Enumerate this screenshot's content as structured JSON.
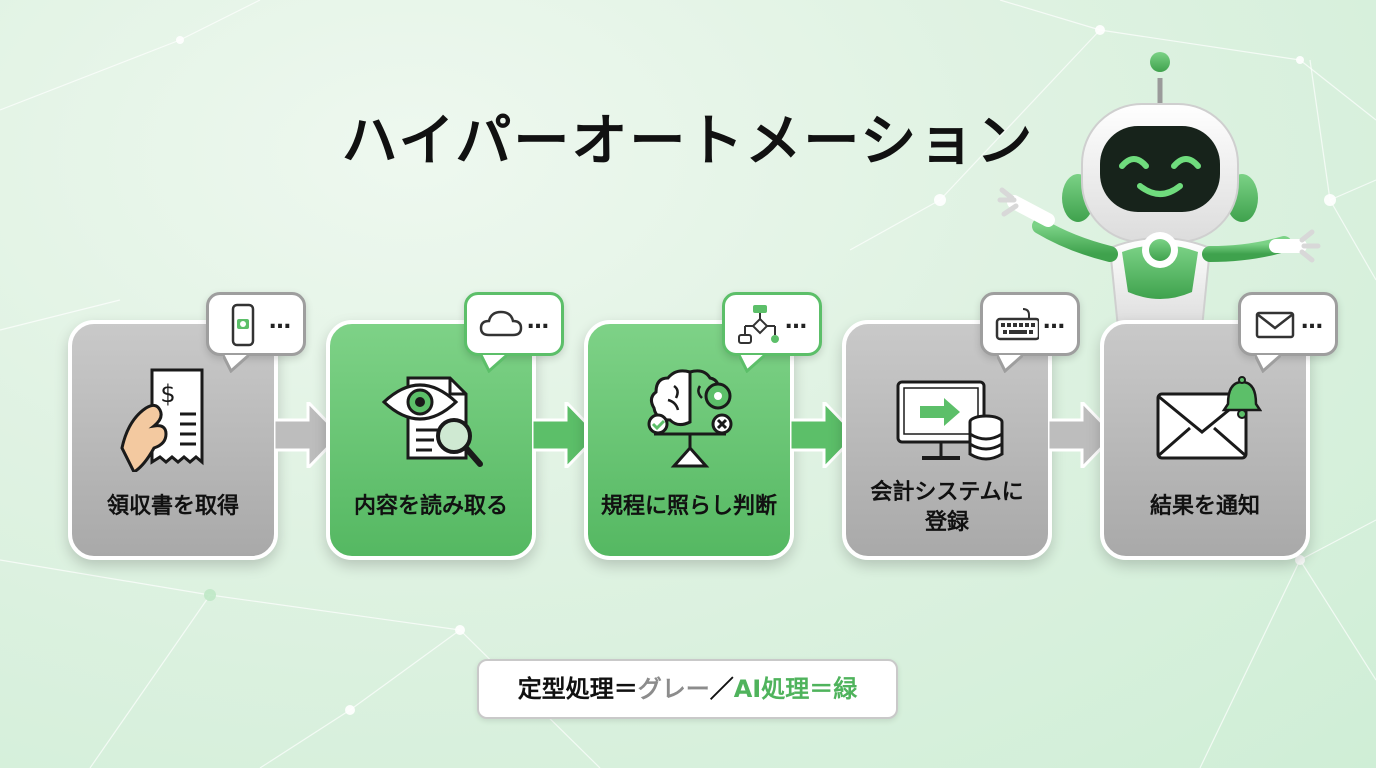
{
  "title": "ハイパーオートメーション",
  "steps": [
    {
      "label": "領収書を取得",
      "kind": "gray",
      "icon": "receipt-hand-icon",
      "bubble_icon": "smartphone-camera-icon"
    },
    {
      "label": "内容を読み取る",
      "kind": "green",
      "icon": "document-eye-magnifier-icon",
      "bubble_icon": "cloud-icon"
    },
    {
      "label": "規程に照らし判断",
      "kind": "green",
      "icon": "brain-scale-icon",
      "bubble_icon": "flowchart-icon"
    },
    {
      "label_line1": "会計システムに",
      "label_line2": "登録",
      "kind": "gray",
      "icon": "monitor-database-icon",
      "bubble_icon": "keyboard-icon"
    },
    {
      "label": "結果を通知",
      "kind": "gray",
      "icon": "envelope-bell-icon",
      "bubble_icon": "mail-icon"
    }
  ],
  "bubble_dots": "…",
  "legend": {
    "part1": "定型処理＝",
    "part2": "グレー",
    "sep": "／",
    "part3": "AI処理＝緑"
  },
  "colors": {
    "gray_step": "#b3b3b3",
    "green_step": "#5fbe6c",
    "accent_green": "#4fb35c",
    "arrow_gray": "#bdbdbd",
    "arrow_green": "#5cbf69"
  }
}
